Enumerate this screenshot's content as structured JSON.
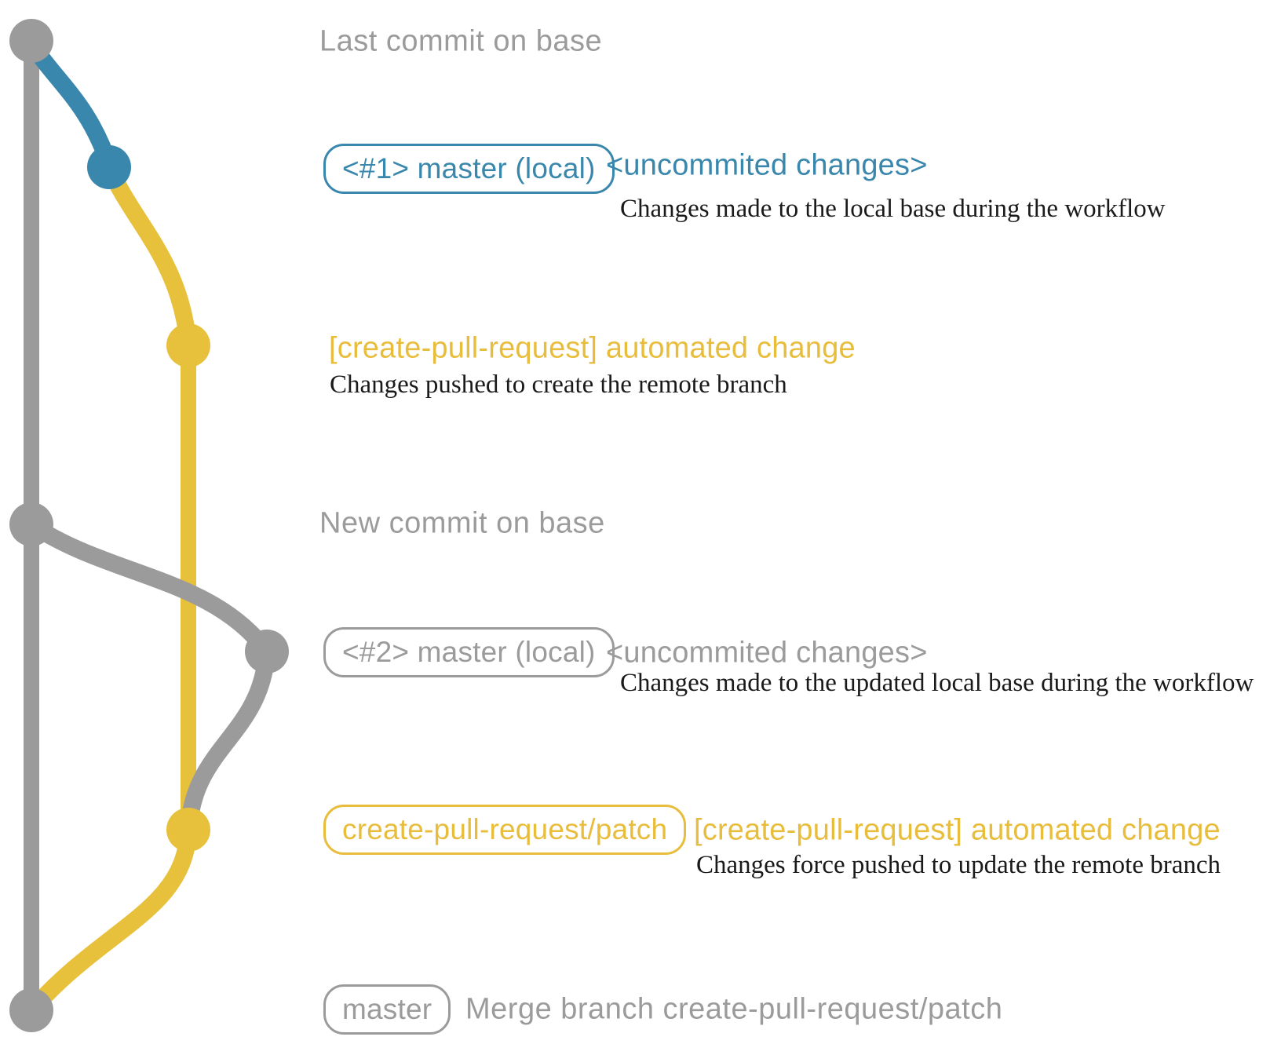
{
  "colors": {
    "gray": "#9b9b9b",
    "blue": "#3a87ad",
    "yellow": "#e8c13c",
    "description_text": "#1a1a1a",
    "background": "#ffffff"
  },
  "rows": {
    "last_commit": {
      "label": "Last commit on base"
    },
    "commit1": {
      "ref": "<#1> master (local)",
      "note": "<uncommited changes>",
      "description": "Changes made to the local base during the workflow"
    },
    "patch1": {
      "note": "[create-pull-request] automated change",
      "description": "Changes pushed to create the remote branch"
    },
    "new_commit": {
      "label": "New commit on base"
    },
    "commit2": {
      "ref": "<#2> master (local)",
      "note": "<uncommited changes>",
      "description": "Changes made to the updated local base during the workflow"
    },
    "patch2": {
      "ref": "create-pull-request/patch",
      "note": "[create-pull-request] automated change",
      "description": "Changes force pushed to update the remote branch"
    },
    "merge": {
      "ref": "master",
      "label": "Merge branch create-pull-request/patch"
    }
  }
}
